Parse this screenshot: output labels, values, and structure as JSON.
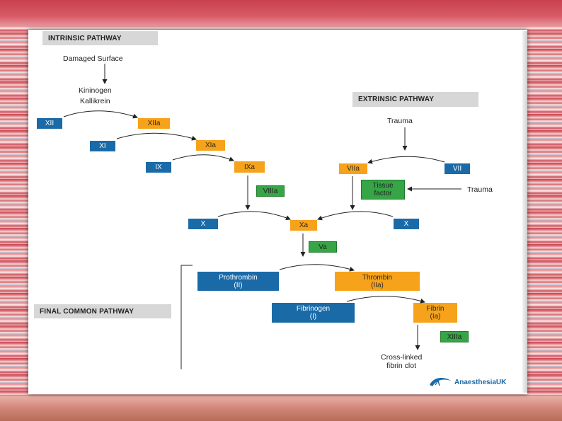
{
  "headers": {
    "intrinsic": "INTRINSIC PATHWAY",
    "extrinsic": "EXTRINSIC PATHWAY",
    "final": "FINAL COMMON PATHWAY"
  },
  "labels": {
    "damaged_surface": "Damaged Surface",
    "kininogen": "Kininogen",
    "kallikrein": "Kallikrein",
    "trauma_top": "Trauma",
    "trauma_side": "Trauma",
    "cross_linked_1": "Cross-linked",
    "cross_linked_2": "fibrin clot"
  },
  "factors": {
    "xii": "XII",
    "xiia": "XIIa",
    "xi": "XI",
    "xia": "XIa",
    "ix": "IX",
    "ixa": "IXa",
    "viia": "VIIa",
    "vii": "VII",
    "viiia": "VIIIa",
    "tissue_factor_1": "Tissue",
    "tissue_factor_2": "factor",
    "x_left": "X",
    "xa": "Xa",
    "x_right": "X",
    "va": "Va",
    "prothrombin": "Prothrombin",
    "prothrombin_code": "(II)",
    "thrombin": "Thrombin",
    "thrombin_code": "(IIa)",
    "fibrinogen": "Fibrinogen",
    "fibrinogen_code": "(I)",
    "fibrin": "Fibrin",
    "fibrin_code": "(Ia)",
    "xiiia": "XIIIa"
  },
  "logo": {
    "text": "AnaesthesiaUK"
  },
  "colors": {
    "inactive": "#1a6aa8",
    "active": "#f6a21a",
    "cofactor": "#35a545",
    "header": "#d7d7d7"
  }
}
